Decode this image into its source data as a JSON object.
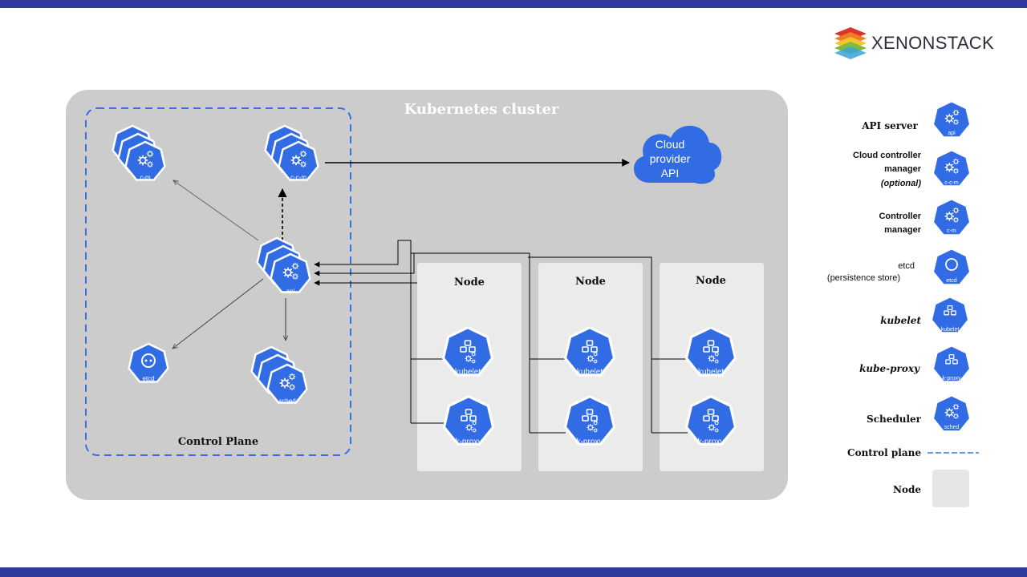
{
  "logo": {
    "text": "XENONSTACK",
    "colors": [
      "#d9352b",
      "#f07e26",
      "#f5c42c",
      "#7dbb42",
      "#3aa3d9",
      "#6b4fa0"
    ]
  },
  "cluster": {
    "title": "Kubernetes cluster"
  },
  "control_plane": {
    "title": "Control Plane",
    "components": {
      "cm": "c-m",
      "ccm": "c-c-m",
      "api": "api",
      "etcd": "etcd",
      "sched": "sched"
    }
  },
  "cloud": {
    "lines": [
      "Cloud",
      "provider",
      "API"
    ]
  },
  "nodes": [
    {
      "title": "Node",
      "kubelet": "kubelet",
      "kproxy": "k-proxy"
    },
    {
      "title": "Node",
      "kubelet": "kubelet",
      "kproxy": "k-proxy"
    },
    {
      "title": "Node",
      "kubelet": "kubelet",
      "kproxy": "k-proxy"
    }
  ],
  "legend": {
    "api_server": "API server",
    "ccm_line1": "Cloud controller",
    "ccm_line2": "manager",
    "ccm_line3": "(optional)",
    "cm_line1": "Controller",
    "cm_line2": "manager",
    "etcd_line1": "etcd",
    "etcd_line2": "(persistence store)",
    "kubelet": "kubelet",
    "kube_proxy": "kube-proxy",
    "scheduler": "Scheduler",
    "control_plane": "Control plane",
    "node": "Node"
  },
  "colors": {
    "k8s_blue": "#326ce5",
    "cluster_bg": "#cccccc",
    "node_bg": "#ebebeb",
    "dashed_border": "#3970e4",
    "bar": "#2f3b9c"
  }
}
